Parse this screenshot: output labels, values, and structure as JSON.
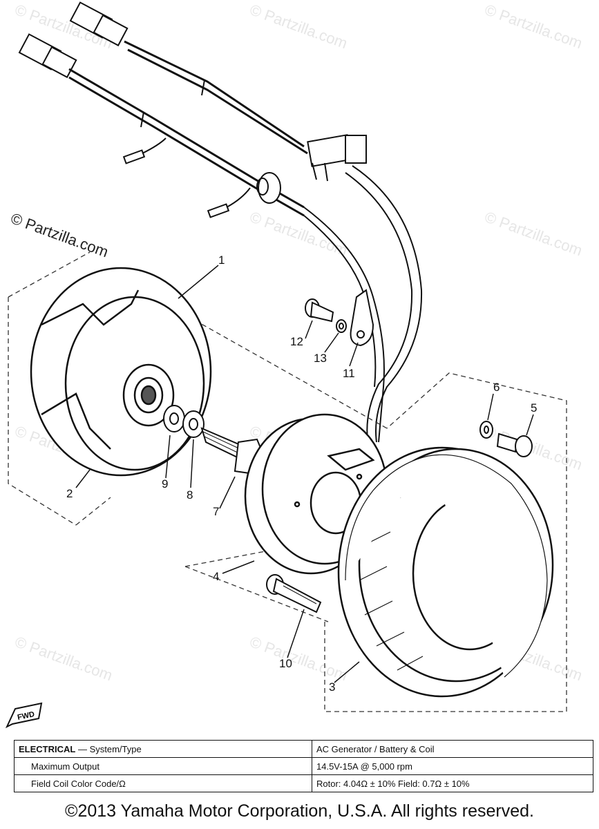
{
  "watermark": "© Partzilla.com",
  "watermark_visible": "© Partzilla.com",
  "fwd_label": "FWD",
  "callouts": {
    "c1": "1",
    "c2": "2",
    "c3": "3",
    "c4": "4",
    "c5": "5",
    "c6": "6",
    "c7": "7",
    "c8": "8",
    "c9": "9",
    "c10": "10",
    "c11": "11",
    "c12": "12",
    "c13": "13"
  },
  "spec_table": {
    "rows": [
      {
        "label_bold": "ELECTRICAL",
        "label_rest": " — System/Type",
        "value": "AC Generator / Battery & Coil"
      },
      {
        "label": "Maximum Output",
        "value": "14.5V-15A @ 5,000 rpm"
      },
      {
        "label": "Field Coil Color Code/Ω",
        "value": "Rotor:  4.04Ω ± 10%    Field:  0.7Ω ± 10%"
      }
    ]
  },
  "copyright": "©2013  Yamaha Motor Corporation, U.S.A. All rights reserved."
}
